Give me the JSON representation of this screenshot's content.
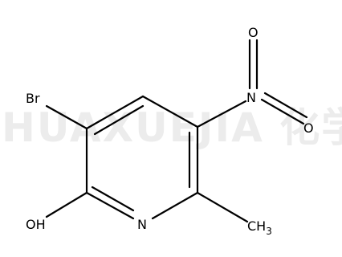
{
  "watermark": "HUAXUEJIA 化学加",
  "atoms": {
    "br": "Br",
    "o_top": "O",
    "n_nitro": "N",
    "o_right": "O",
    "oh": "OH",
    "n_ring": "N",
    "ch3_main": "CH",
    "ch3_sub": "3"
  }
}
